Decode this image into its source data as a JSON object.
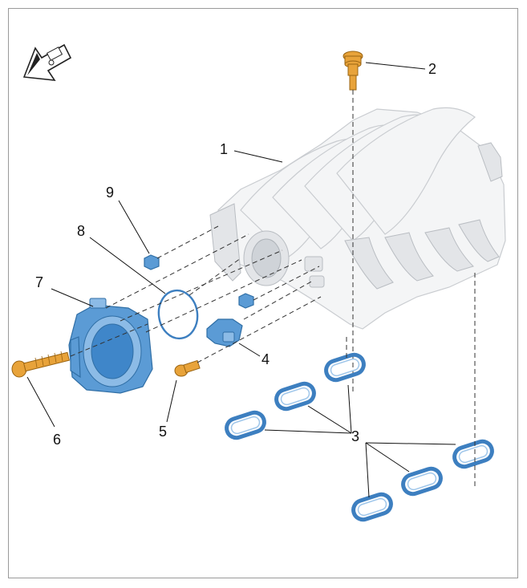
{
  "callouts": {
    "c1": "1",
    "c2": "2",
    "c3a": "3",
    "c3b": "3",
    "c4": "4",
    "c5": "5",
    "c6": "6",
    "c7": "7",
    "c8": "8",
    "c9": "9"
  },
  "colors": {
    "gasket_blue": "#3d7fc0",
    "throttle_blue": "#5b9bd5",
    "bolt_gold": "#e8a33a",
    "manifold_grey": "#f4f5f6"
  },
  "icons": {
    "direction": "vehicle-front-direction-arrow-icon"
  }
}
